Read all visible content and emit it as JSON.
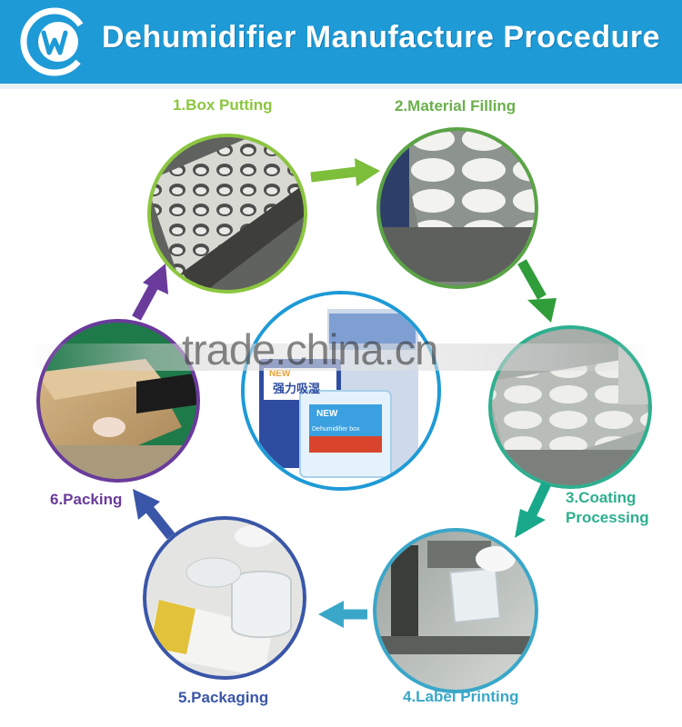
{
  "header": {
    "title": "Dehumidifier Manufacture Procedure",
    "background_color": "#1e9ad6",
    "logo_icon": "w-logo-icon"
  },
  "steps": [
    {
      "label": "1.Box Putting",
      "color": "#8cc63f"
    },
    {
      "label": "2.Material Filling",
      "color": "#6ab04c"
    },
    {
      "label": "3.Coating",
      "label_line2": "Processing",
      "color": "#2eaf8f"
    },
    {
      "label": "4.Label Printing",
      "color": "#3aa7c9"
    },
    {
      "label": "5.Packaging",
      "color": "#3a56a8"
    },
    {
      "label": "6.Packing",
      "color": "#6a3b9b"
    }
  ],
  "center_product": {
    "box_text_new": "NEW",
    "box_text_brand": "Dehumidifier box",
    "bag_text_cn": "强力吸湿",
    "bag_text_new": "NEW"
  },
  "watermark": "trade.china.cn"
}
